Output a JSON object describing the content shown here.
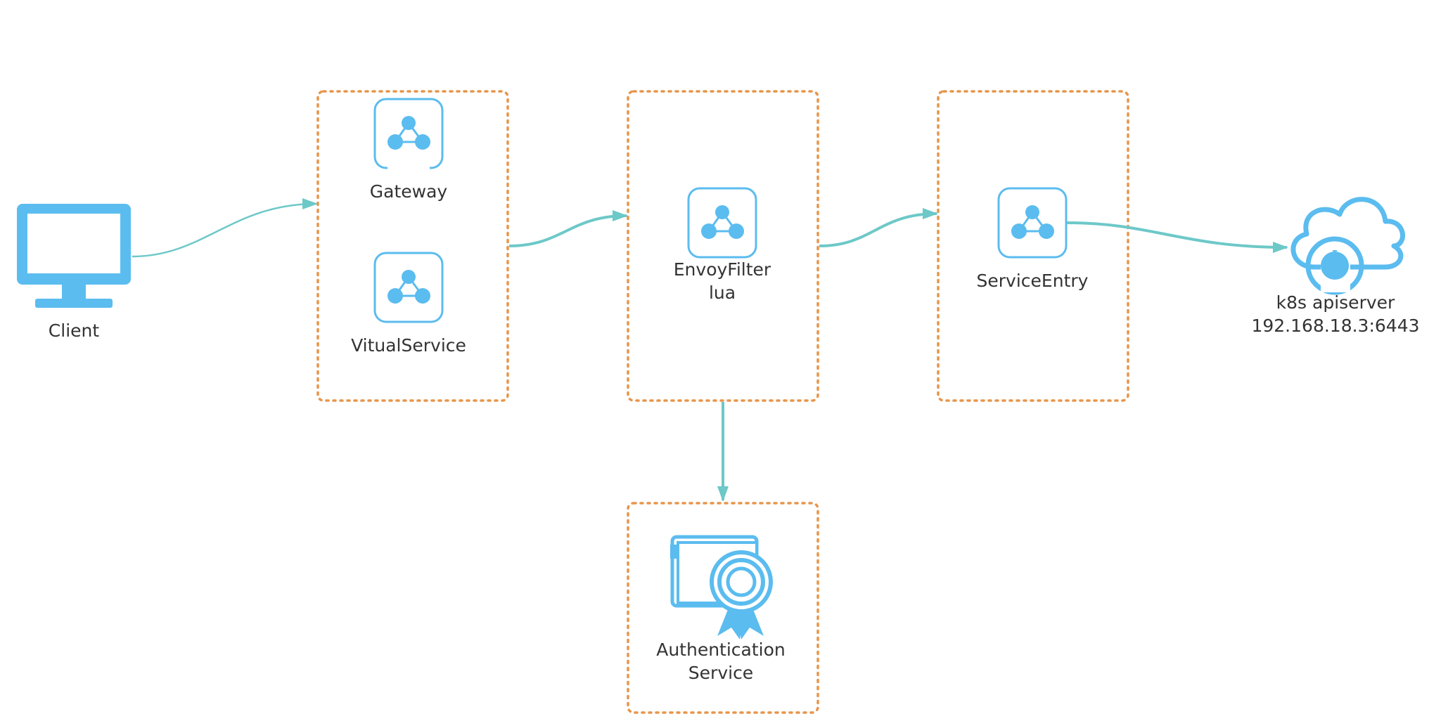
{
  "colors": {
    "icon": "#5bbcef",
    "icon_stroke": "#5bbcef",
    "connector": "#6dc8c8",
    "group_border": "#e8954a",
    "text": "#333333",
    "background": "#ffffff"
  },
  "nodes": {
    "client": {
      "label": "Client",
      "icon": "monitor-icon"
    },
    "gateway": {
      "label": "Gateway",
      "icon": "network-node-icon"
    },
    "virtual_service": {
      "label": "VitualService",
      "icon": "network-node-icon"
    },
    "envoy_filter": {
      "label_line1": "EnvoyFilter",
      "label_line2": "lua",
      "icon": "network-node-icon"
    },
    "service_entry": {
      "label": "ServiceEntry",
      "icon": "network-node-icon"
    },
    "k8s_apiserver": {
      "label_line1": "k8s apiserver",
      "label_line2": "192.168.18.3:6443",
      "icon": "cloud-headset-icon"
    },
    "auth_service": {
      "label_line1": "Authentication",
      "label_line2": "Service",
      "icon": "certificate-icon"
    }
  },
  "edges": [
    {
      "from": "client",
      "to": "gateway-group"
    },
    {
      "from": "gateway-group",
      "to": "envoy-filter-group"
    },
    {
      "from": "envoy-filter-group",
      "to": "service-entry-group"
    },
    {
      "from": "service_entry",
      "to": "k8s_apiserver"
    },
    {
      "from": "envoy-filter-group",
      "to": "auth-service-group"
    }
  ]
}
